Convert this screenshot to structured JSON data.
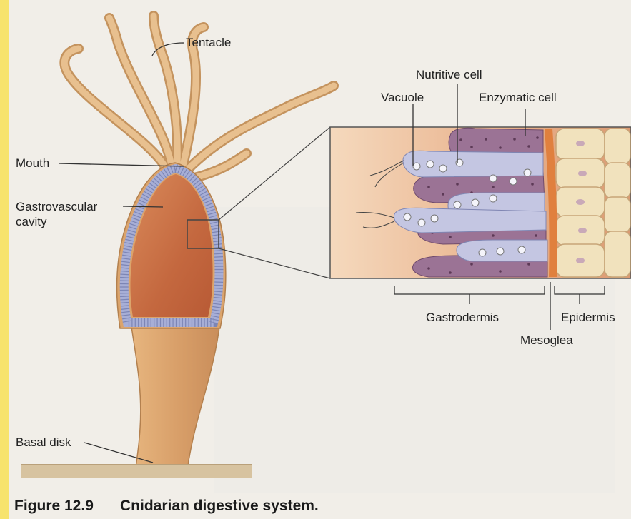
{
  "labels": {
    "tentacle": "Tentacle",
    "mouth": "Mouth",
    "gastrovascular_line1": "Gastrovascular",
    "gastrovascular_line2": "cavity",
    "basal_disk": "Basal disk",
    "nutritive_cell": "Nutritive cell",
    "vacuole": "Vacuole",
    "enzymatic_cell": "Enzymatic cell",
    "gastrodermis": "Gastrodermis",
    "epidermis": "Epidermis",
    "mesoglea": "Mesoglea"
  },
  "caption": {
    "number": "Figure 12.9",
    "title": "Cnidarian digestive system."
  },
  "colors": {
    "frame": "#f7e36d",
    "page": "#f1eee8",
    "hydra_body": "#dfa76e",
    "cavity": "#c86d40",
    "gastrodermis_cells": "#b7b9d8",
    "enzymatic_cells": "#9e7496",
    "epidermis_cells": "#f1e2bd",
    "mesoglea": "#e0803e"
  }
}
